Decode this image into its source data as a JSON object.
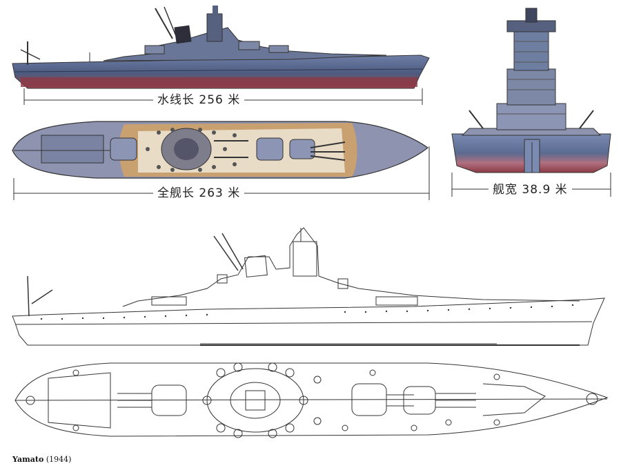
{
  "dimensions": {
    "waterline_length": "水线长 256 米",
    "overall_length": "全舰长 263 米",
    "beam": "舰宽 38.9 米"
  },
  "caption": {
    "ship_name": "Yamato",
    "year": "(1944)"
  },
  "colors": {
    "hull_upper": "#5a6a8e",
    "hull_lower": "#8b3a45",
    "deck_wood": "#c9a070",
    "deck_grey": "#8e94b0",
    "line_art": "#333333"
  }
}
